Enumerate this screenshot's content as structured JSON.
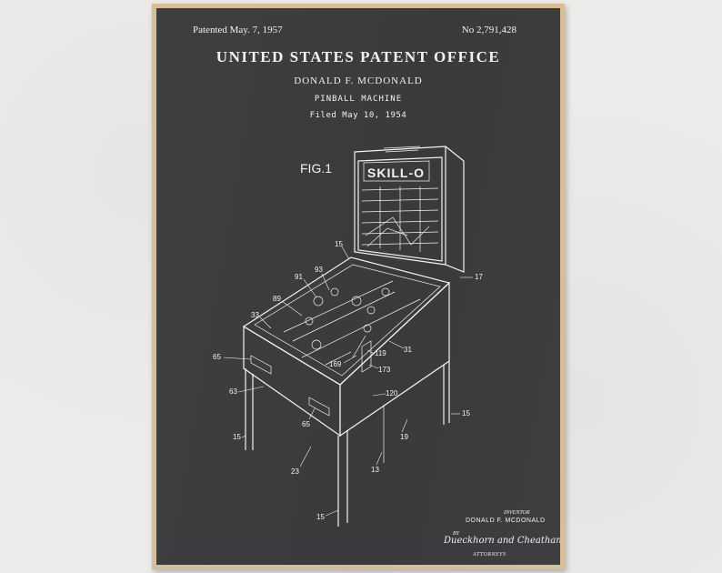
{
  "header": {
    "patented": "Patented May. 7, 1957",
    "patent_number": "No 2,791,428",
    "office": "UNITED STATES PATENT OFFICE",
    "inventor": "DONALD F. MCDONALD",
    "title": "PINBALL MACHINE",
    "filed": "Filed May 10, 1954"
  },
  "figure": {
    "label": "FIG.1",
    "backbox_text": "SKILL-O",
    "reference_numerals": [
      "15",
      "17",
      "91",
      "93",
      "89",
      "33",
      "65",
      "63",
      "15",
      "65",
      "23",
      "15",
      "169",
      "119",
      "31",
      "173",
      "120",
      "19",
      "13",
      "15"
    ]
  },
  "footer": {
    "inventor_label": "INVENTOR",
    "inventor_name": "DONALD F. MCDONALD",
    "by": "BY",
    "signature": "Dueckhorn and Cheatham",
    "attorneys": "ATTORNEYS"
  },
  "colors": {
    "wall": "#ecebea",
    "frame": "#d8bf93",
    "poster_background": "#3b3c3e",
    "ink": "#f2f2f2"
  }
}
